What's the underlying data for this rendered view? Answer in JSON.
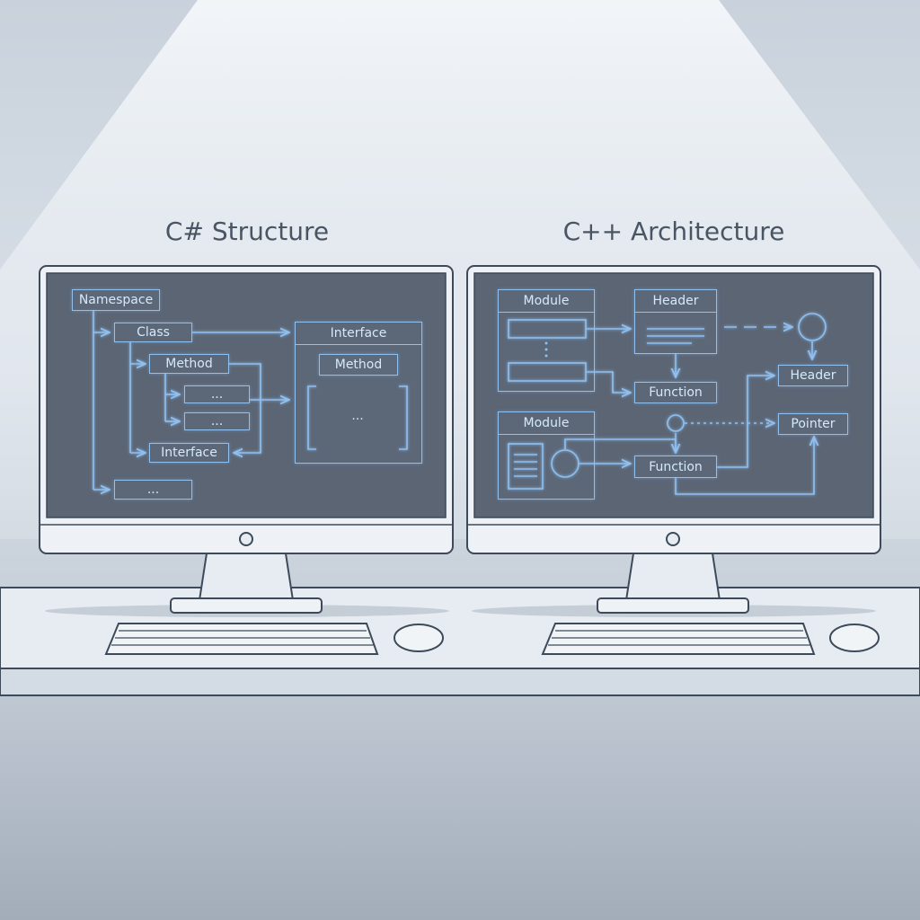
{
  "scene": {
    "left_monitor": {
      "title": "C# Structure",
      "nodes": {
        "namespace": "Namespace",
        "class": "Class",
        "interface": "Interface",
        "method": "Method",
        "interface_method": "Method",
        "ellipsis_1": "...",
        "ellipsis_2": "...",
        "interface_child": "Interface",
        "ellipsis_3": "...",
        "interface_body": "[ ... ]"
      }
    },
    "right_monitor": {
      "title": "C++ Architecture",
      "nodes": {
        "module_1": "Module",
        "header_1": "Header",
        "function_1": "Function",
        "header_2": "Header",
        "module_2": "Module",
        "function_2": "Function",
        "pointer": "Pointer"
      }
    }
  },
  "colors": {
    "background": "#c9d2dc",
    "screen": "#5b6574",
    "bezel": "#eef2f6",
    "outline": "#3d4a5a",
    "glow_line": "#8fc0f0",
    "label_text": "#4a5564"
  }
}
